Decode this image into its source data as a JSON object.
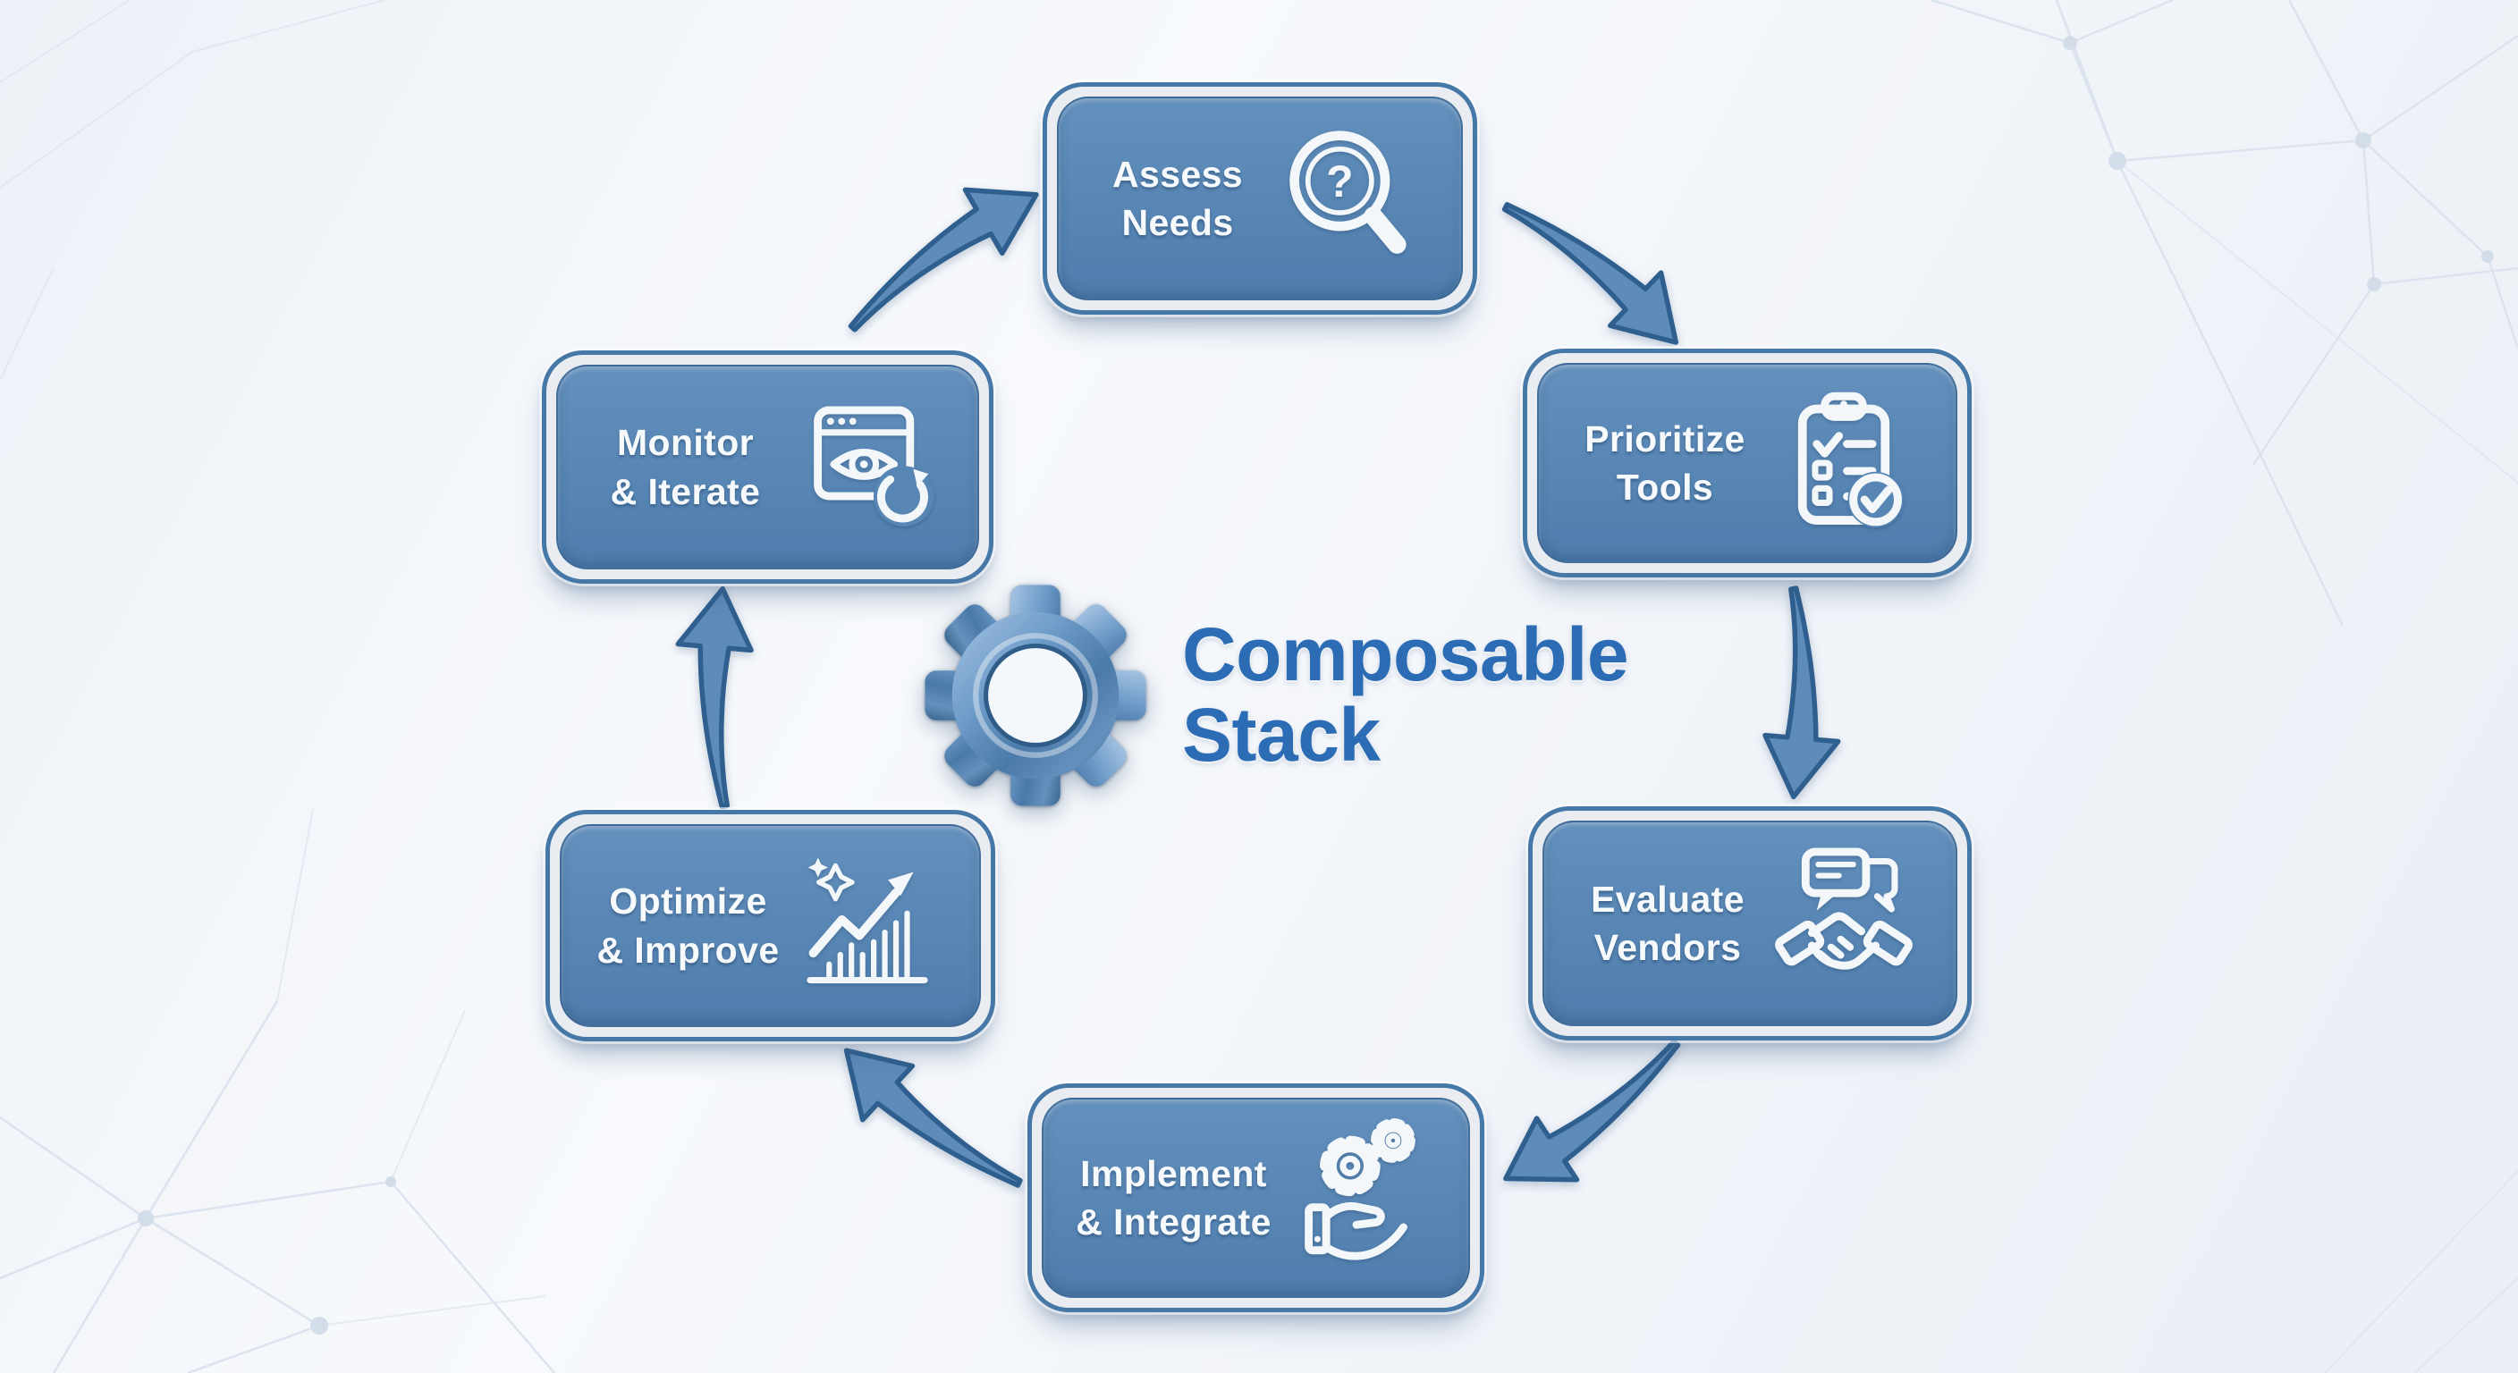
{
  "diagram": {
    "center": {
      "title": "Composable Stack",
      "title_lines": [
        "Composable",
        "Stack"
      ],
      "gear_icon": "gear-icon"
    },
    "steps": [
      {
        "id": "assess-needs",
        "label": "Assess Needs",
        "lines": [
          "Assess",
          "Needs"
        ],
        "icon": "magnifier-question-icon"
      },
      {
        "id": "prioritize-tools",
        "label": "Prioritize Tools",
        "lines": [
          "Prioritize",
          "Tools"
        ],
        "icon": "checklist-check-icon"
      },
      {
        "id": "evaluate-vendors",
        "label": "Evaluate Vendors",
        "lines": [
          "Evaluate",
          "Vendors"
        ],
        "icon": "handshake-chat-icon"
      },
      {
        "id": "implement-integrate",
        "label": "Implement & Integrate",
        "lines": [
          "Implement",
          "& Integrate"
        ],
        "icon": "gears-hand-icon"
      },
      {
        "id": "optimize-improve",
        "label": "Optimize & Improve",
        "lines": [
          "Optimize",
          "& Improve"
        ],
        "icon": "growth-chart-icon"
      },
      {
        "id": "monitor-iterate",
        "label": "Monitor & Iterate",
        "lines": [
          "Monitor",
          "& Iterate"
        ],
        "icon": "window-eye-refresh-icon"
      }
    ],
    "flow": "clockwise",
    "arrow_count": 6
  },
  "theme": {
    "bg": "#f2f5f9",
    "box_border": "#4577a7",
    "box_ring": "#e9edf2",
    "panel_top": "#6390bd",
    "panel_mid": "#5886b4",
    "panel_bottom": "#4e7dae",
    "label_color": "#f7fafc",
    "title_color": "#2b6cb4",
    "arrow_fill": "#5e8cba",
    "arrow_stroke": "#2e5f8e",
    "net_line": "#dbe3ee",
    "net_node": "#d3dce9",
    "icon_stroke": "#f3f7fa",
    "gear_light": "#a6c4e2",
    "gear_dark": "#38668f"
  }
}
